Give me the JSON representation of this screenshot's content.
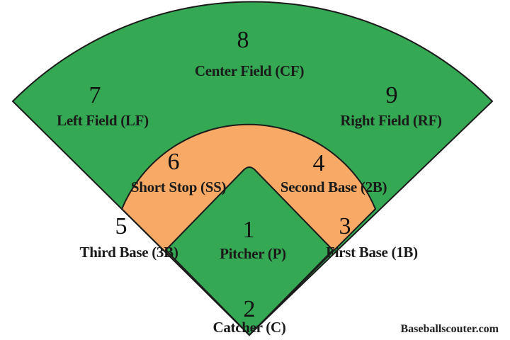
{
  "colors": {
    "grass": "#34a853",
    "dirt": "#f8a965",
    "outline": "#1b1b1b"
  },
  "positions": [
    {
      "number": "8",
      "name": "Center Field (CF)"
    },
    {
      "number": "7",
      "name": "Left Field (LF)"
    },
    {
      "number": "9",
      "name": "Right Field (RF)"
    },
    {
      "number": "6",
      "name": "Short Stop (SS)"
    },
    {
      "number": "4",
      "name": "Second Base (2B)"
    },
    {
      "number": "5",
      "name": "Third Base (3B)"
    },
    {
      "number": "1",
      "name": "Pitcher (P)"
    },
    {
      "number": "3",
      "name": "First Base (1B)"
    },
    {
      "number": "2",
      "name": "Catcher (C)"
    }
  ],
  "credit": "Baseballscouter.com"
}
